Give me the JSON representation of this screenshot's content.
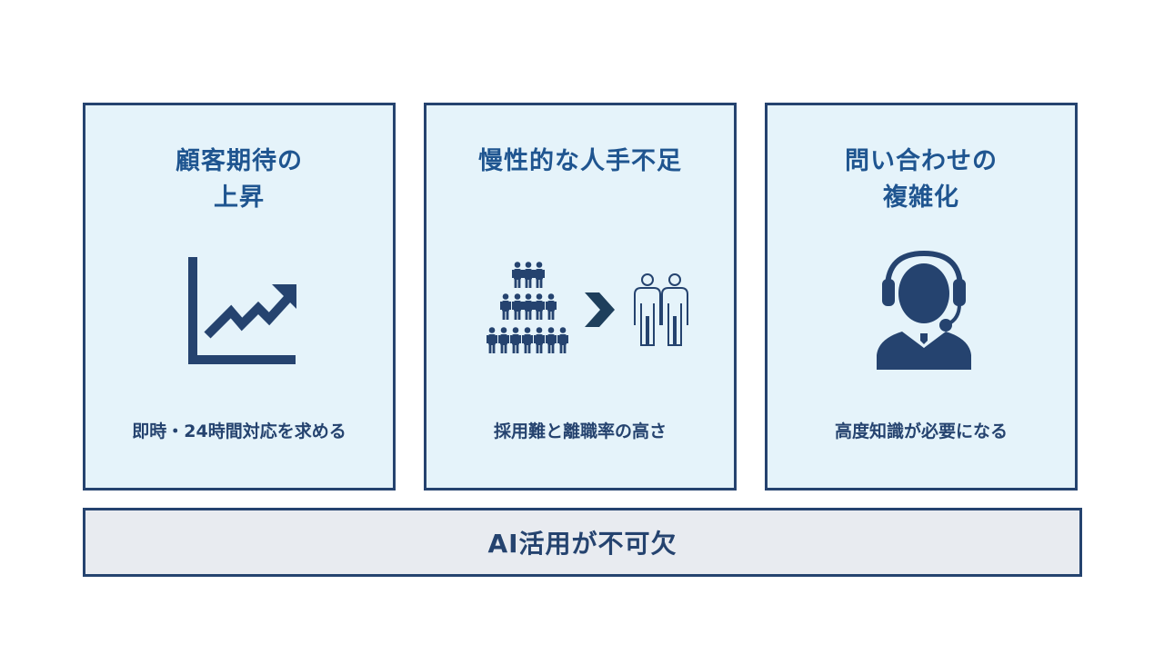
{
  "colors": {
    "card_background": "#e5f3fa",
    "border": "#25436f",
    "title_text": "#1f5590",
    "icon": "#25436f",
    "arrow": "#1e3f5c",
    "banner_background": "#e8ebf0"
  },
  "cards": [
    {
      "title": "顧客期待の\n上昇",
      "icon": "rising-chart-icon",
      "subtitle": "即時・24時間対応を求める"
    },
    {
      "title": "慢性的な人手不足",
      "icon": "crowd-to-two-people-icon",
      "subtitle": "採用難と離職率の高さ"
    },
    {
      "title": "問い合わせの\n複雑化",
      "icon": "headset-operator-icon",
      "subtitle": "高度知識が必要になる"
    }
  ],
  "banner": {
    "text": "AI活用が不可欠"
  }
}
